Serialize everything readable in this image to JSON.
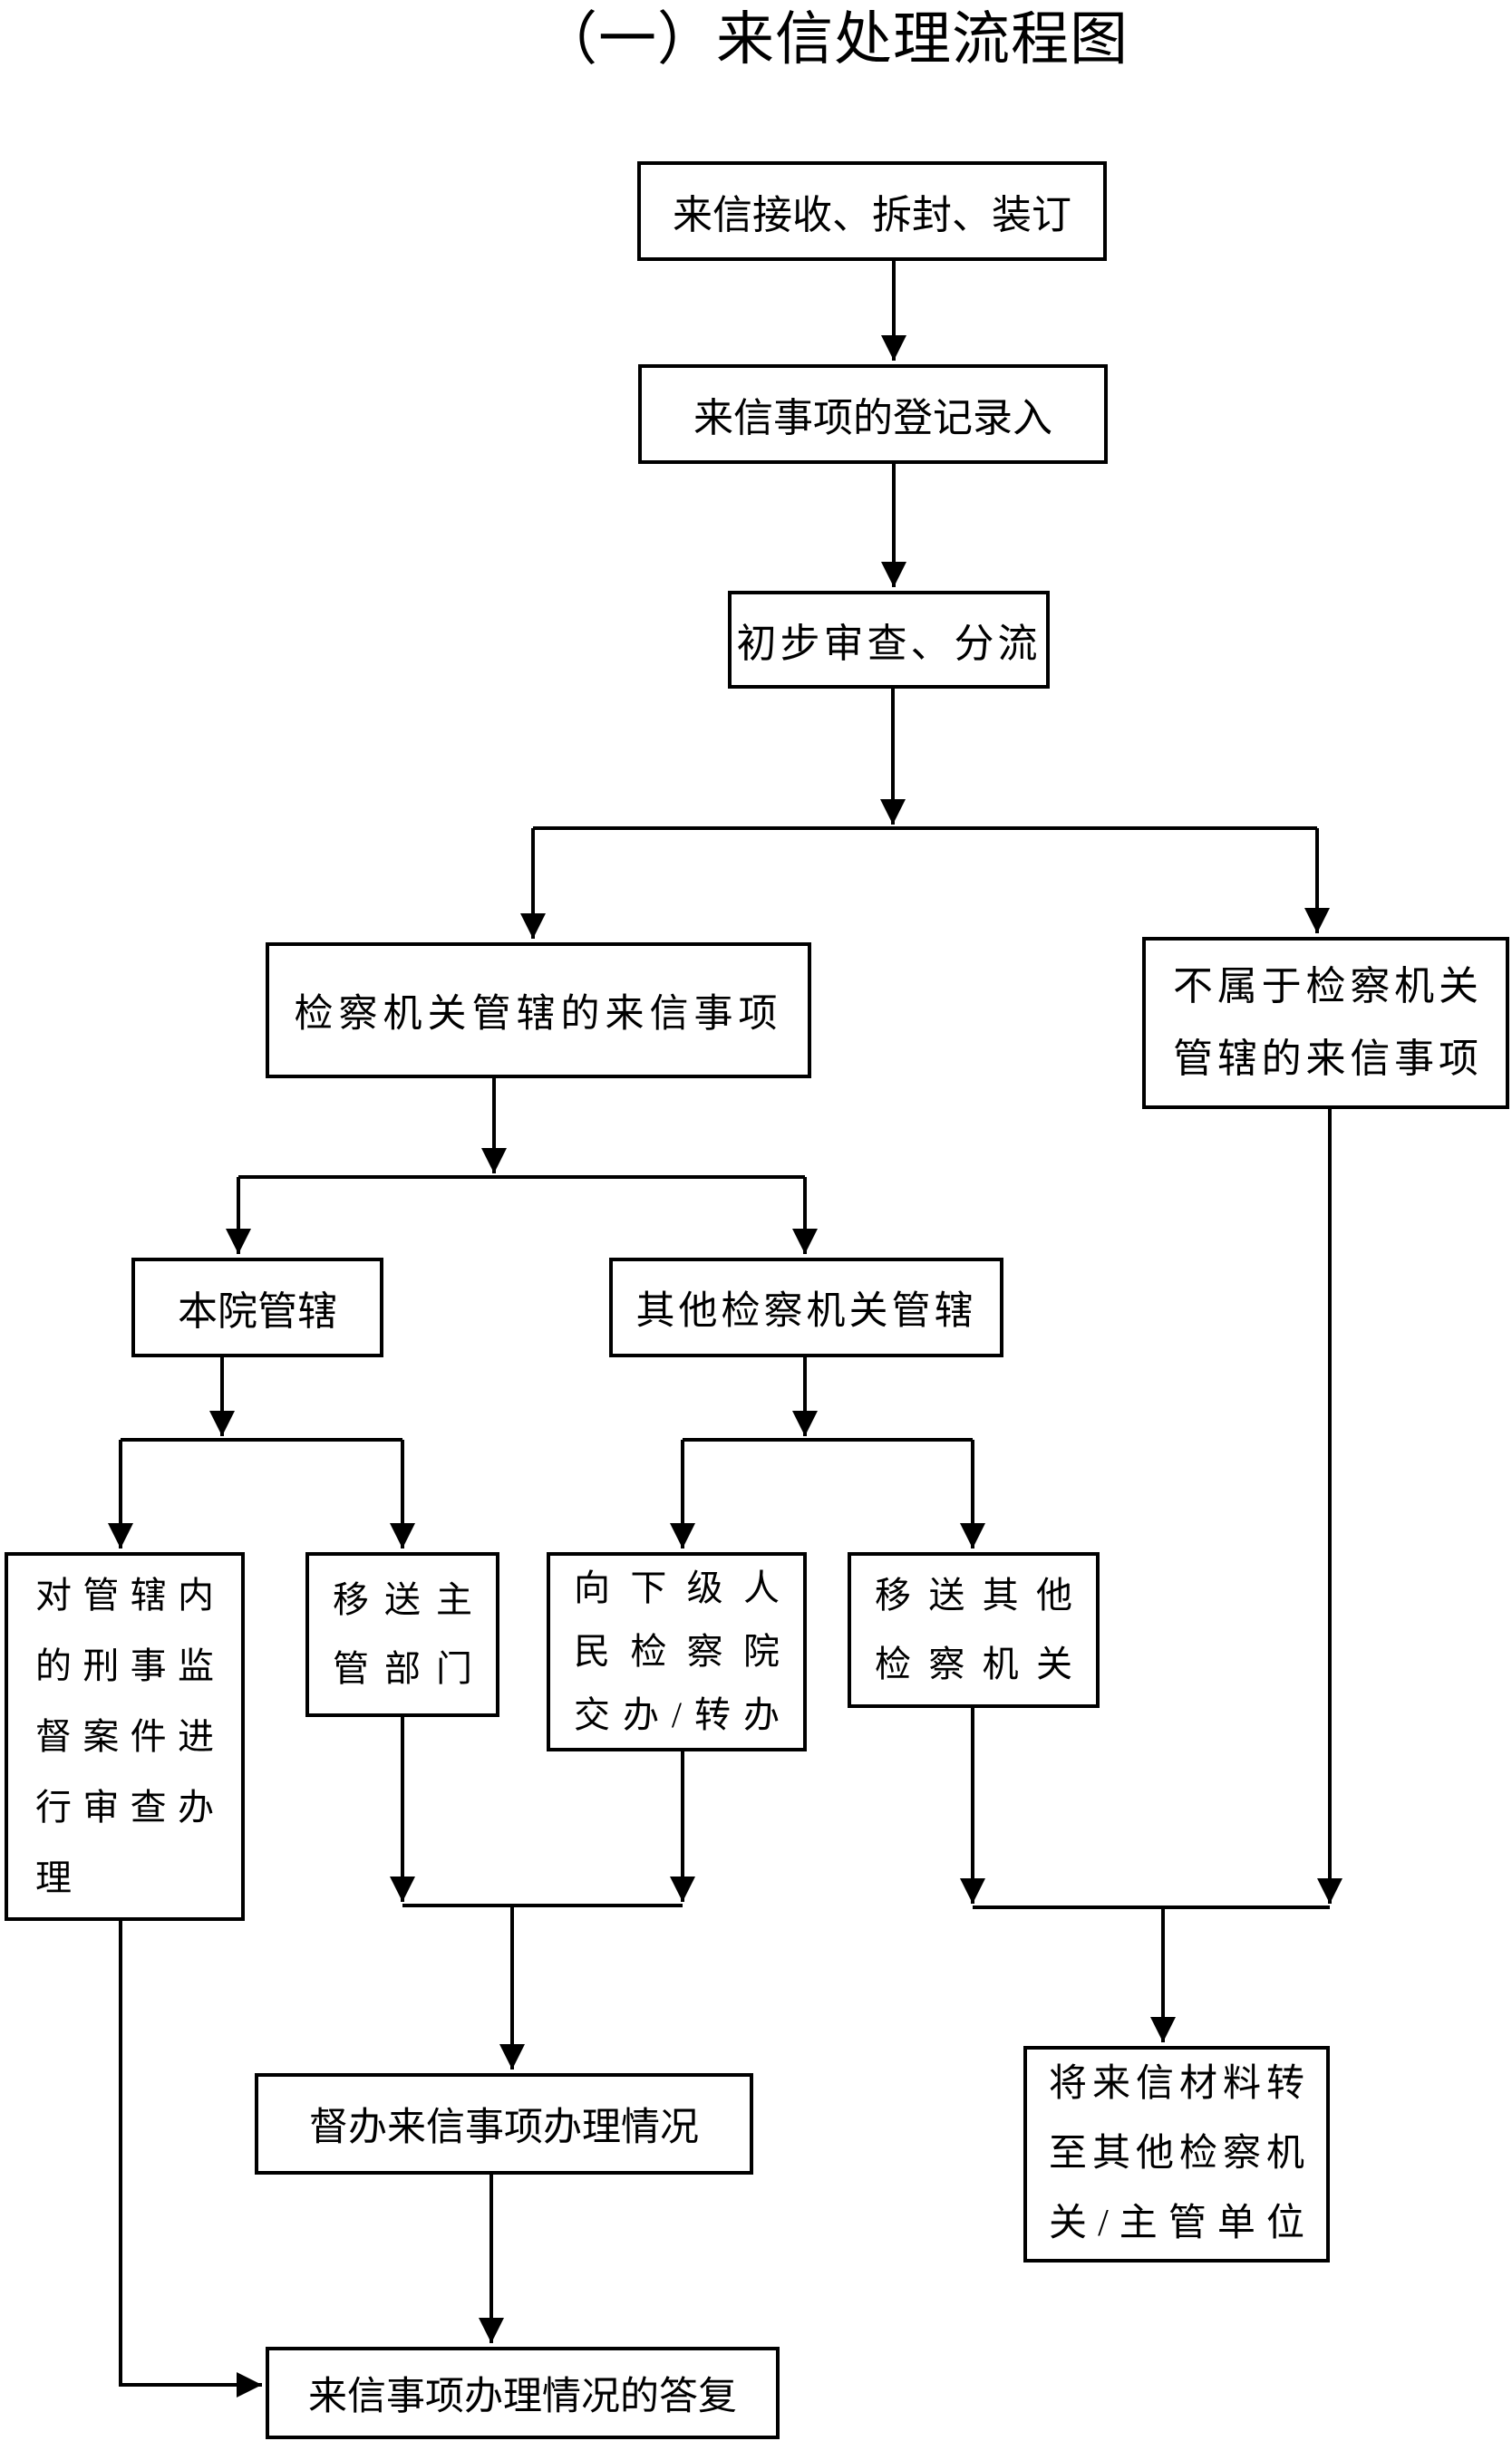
{
  "title": "（一）来信处理流程图",
  "colors": {
    "line": "#000000",
    "background": "#ffffff",
    "text": "#000000"
  },
  "nodes": {
    "receive": {
      "label": "来信接收、拆封、装订"
    },
    "register": {
      "label": "来信事项的登记录入"
    },
    "review": {
      "label": "初步审查、分流"
    },
    "within": {
      "label": "检察机关管辖的来信事项"
    },
    "outside": {
      "label": "不属于检察机关管辖的来信事项",
      "lines": [
        "不属于检察机关",
        "管辖的来信事项"
      ]
    },
    "own": {
      "label": "本院管辖"
    },
    "other": {
      "label": "其他检察机关管辖"
    },
    "criminal": {
      "label": "对管辖内的刑事监督案件进行审查办理",
      "lines": [
        "对管辖内",
        "的刑事监",
        "督案件进",
        "行审查办",
        "理"
      ]
    },
    "transfer_dept": {
      "label": "移送主管部门",
      "lines": [
        "移送主",
        "管部门"
      ]
    },
    "lower_court": {
      "label": "向下级人民检察院交办/转办",
      "lines": [
        "向下级人",
        "民检察院",
        "交办/转办"
      ]
    },
    "transfer_other": {
      "label": "移送其他检察机关",
      "lines": [
        "移送其他",
        "检察机关"
      ]
    },
    "supervise": {
      "label": "督办来信事项办理情况"
    },
    "forward": {
      "label": "将来信材料转至其他检察机关/主管单位",
      "lines": [
        "将来信材料转",
        "至其他检察机",
        "关/主管单位"
      ]
    },
    "reply": {
      "label": "来信事项办理情况的答复"
    }
  },
  "connections": [
    {
      "from": "来信接收、拆封、装订",
      "to": "来信事项的登记录入"
    },
    {
      "from": "来信事项的登记录入",
      "to": "初步审查、分流"
    },
    {
      "from": "初步审查、分流",
      "to": "检察机关管辖的来信事项"
    },
    {
      "from": "初步审查、分流",
      "to": "不属于检察机关管辖的来信事项"
    },
    {
      "from": "检察机关管辖的来信事项",
      "to": "本院管辖"
    },
    {
      "from": "检察机关管辖的来信事项",
      "to": "其他检察机关管辖"
    },
    {
      "from": "本院管辖",
      "to": "对管辖内的刑事监督案件进行审查办理"
    },
    {
      "from": "本院管辖",
      "to": "移送主管部门"
    },
    {
      "from": "其他检察机关管辖",
      "to": "向下级人民检察院交办/转办"
    },
    {
      "from": "其他检察机关管辖",
      "to": "移送其他检察机关"
    },
    {
      "from": "移送主管部门",
      "to": "督办来信事项办理情况"
    },
    {
      "from": "向下级人民检察院交办/转办",
      "to": "督办来信事项办理情况"
    },
    {
      "from": "移送其他检察机关",
      "to": "将来信材料转至其他检察机关/主管单位"
    },
    {
      "from": "不属于检察机关管辖的来信事项",
      "to": "将来信材料转至其他检察机关/主管单位"
    },
    {
      "from": "督办来信事项办理情况",
      "to": "来信事项办理情况的答复"
    },
    {
      "from": "对管辖内的刑事监督案件进行审查办理",
      "to": "来信事项办理情况的答复"
    }
  ]
}
